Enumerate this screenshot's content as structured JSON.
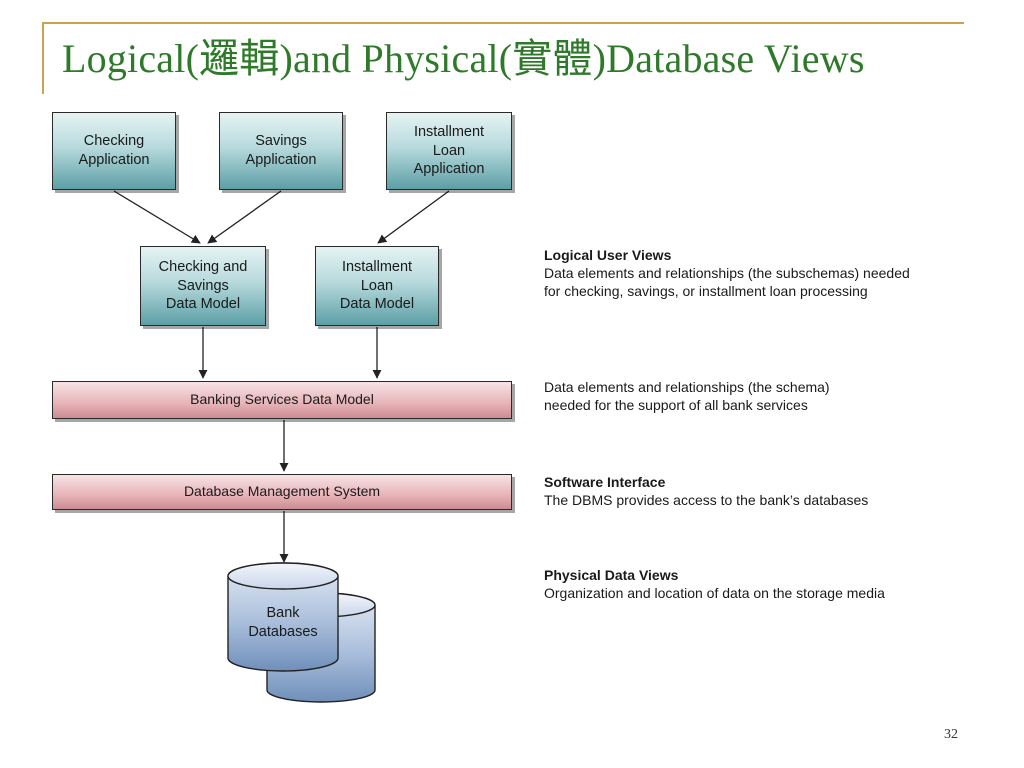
{
  "slide": {
    "title": "Logical(邏輯)and Physical(實體)Database Views",
    "page_number": "32"
  },
  "diagram": {
    "applications": {
      "checking": "Checking\nApplication",
      "savings": "Savings\nApplication",
      "installment": "Installment\nLoan\nApplication"
    },
    "data_models": {
      "checking_savings": "Checking and\nSavings\nData Model",
      "installment_loan": "Installment\nLoan\nData Model"
    },
    "banking_services": "Banking Services Data Model",
    "dbms": "Database Management System",
    "databases": "Bank\nDatabases"
  },
  "descriptions": {
    "logical": {
      "heading": "Logical User Views",
      "line1": "Data elements and relationships (the subschemas) needed",
      "line2": "for checking, savings, or installment loan processing"
    },
    "schema": {
      "line1": "Data elements and relationships (the schema)",
      "line2": "needed for the support of all bank services"
    },
    "software": {
      "heading": "Software Interface",
      "line1": "The DBMS provides access to the bank’s databases"
    },
    "physical": {
      "heading": "Physical Data Views",
      "line1": "Organization and location of data on the storage media"
    }
  },
  "colors": {
    "title_green": "#2f7a2a",
    "accent_gold": "#c8a450",
    "teal_box": "#5c9fa6",
    "pink_box": "#cc8c92",
    "cylinder_blue": "#6f8fba"
  }
}
